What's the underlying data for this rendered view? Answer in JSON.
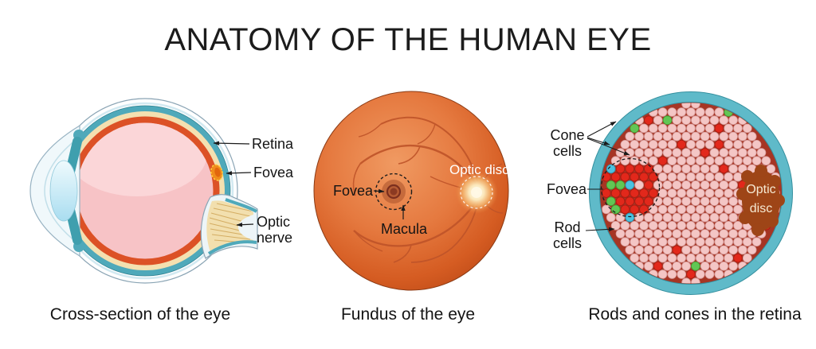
{
  "title": "ANATOMY OF THE HUMAN EYE",
  "panels": {
    "cross_section": {
      "caption": "Cross-section of the eye",
      "labels": {
        "retina": "Retina",
        "fovea": "Fovea",
        "optic_nerve": [
          "Optic",
          "nerve"
        ]
      }
    },
    "fundus": {
      "caption": "Fundus of the eye",
      "labels": {
        "fovea": "Fovea",
        "macula": "Macula",
        "optic_disc": "Optic disc"
      }
    },
    "retina_cells": {
      "caption": "Rods and cones in the retina",
      "labels": {
        "cone_cells": [
          "Cone",
          "cells"
        ],
        "fovea": "Fovea",
        "rod_cells": [
          "Rod",
          "cells"
        ],
        "optic_disc": [
          "Optic",
          "disc"
        ]
      }
    }
  },
  "colors": {
    "sclera_teal": "#4fa9ba",
    "choroid_cream": "#f4e0b0",
    "retina_orange": "#dc5126",
    "vitreous_pink": "#f7c3c6",
    "lens_blue": "#bfe8f4",
    "iris_maroon": "#8c3026",
    "fovea_spot_orange": "#f08c1c",
    "fundus_orange": "#d9601f",
    "fundus_fovea_dark": "#8c3a22",
    "cell_background": "#a63524",
    "cell_ring_teal": "#5fbac9",
    "rod": "#f4c6c5",
    "cone_red": "#e2281b",
    "cone_green": "#62c654",
    "cone_blue": "#4cc2e0",
    "optic_disc_brown": "#9e4517"
  }
}
